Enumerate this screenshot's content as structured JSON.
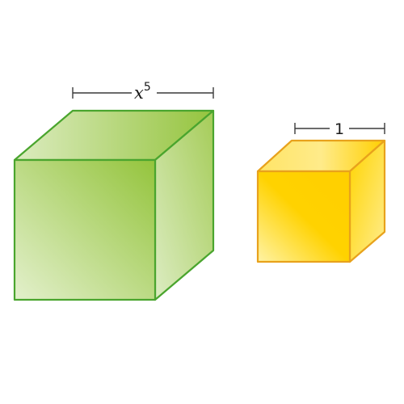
{
  "labels": {
    "large_cube_base": "x",
    "large_cube_exponent": "5",
    "small_cube_side": "1"
  },
  "colors": {
    "large_cube_stroke": "#4aa52e",
    "large_cube_fill_dark": "#93c33a",
    "large_cube_fill_light": "#e2efc8",
    "small_cube_stroke": "#e8a21c",
    "small_cube_fill_dark": "#ffd000",
    "small_cube_fill_light": "#fff0a0"
  }
}
